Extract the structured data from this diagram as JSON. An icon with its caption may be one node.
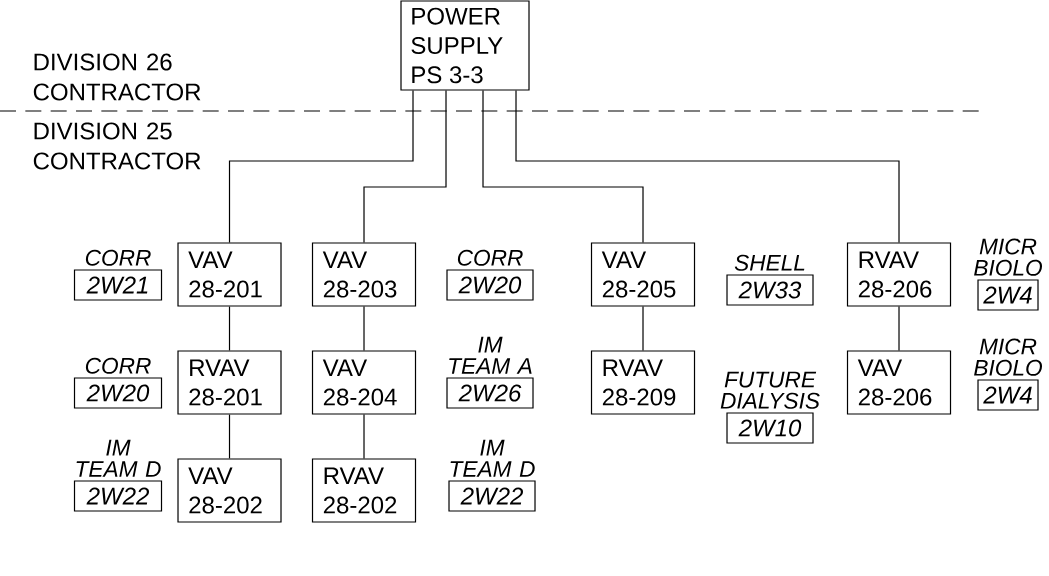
{
  "diagram": {
    "nodes": [
      {
        "text": [
          "POWER SUPPLY PS 3-3"
        ]
      },
      {
        "text": [
          "CORR",
          "2W21"
        ]
      },
      {
        "text": [
          "VAV 28-201"
        ]
      },
      {
        "text": [
          "VAV 28-203"
        ]
      },
      {
        "text": [
          "CORR",
          "2W20"
        ]
      },
      {
        "text": [
          "VAV 28-205"
        ]
      },
      {
        "text": [
          "SHELL",
          "2W33"
        ]
      },
      {
        "text": [
          "RVAV 28-206"
        ]
      },
      {
        "text": [
          "MICR BIOLO",
          "2W4"
        ]
      },
      {
        "text": [
          "CORR",
          "2W20"
        ]
      },
      {
        "text": [
          "RVAV 28-201"
        ]
      },
      {
        "text": [
          "VAV 28-204"
        ]
      },
      {
        "text": [
          "IM TEAM A",
          "2W26"
        ]
      },
      {
        "text": [
          "RVAV 28-209"
        ]
      },
      {
        "text": [
          "FUTURE DIALYSIS",
          "2W10"
        ]
      },
      {
        "text": [
          "VAV 28-206"
        ]
      },
      {
        "text": [
          "MICR BIOLO",
          "2W4"
        ]
      },
      {
        "text": [
          "IM TEAM D",
          "2W22"
        ]
      },
      {
        "text": [
          "VAV 28-202"
        ]
      },
      {
        "text": [
          "RVAV 28-202"
        ]
      },
      {
        "text": [
          "IM TEAM D",
          "2W22"
        ]
      }
    ],
    "edges": [
      {
        "from": 0,
        "to": 2,
        "arrow": "none"
      },
      {
        "from": 0,
        "to": 3,
        "arrow": "none"
      },
      {
        "from": 0,
        "to": 5,
        "arrow": "none"
      },
      {
        "from": 0,
        "to": 7,
        "arrow": "none"
      },
      {
        "from": 2,
        "to": 10,
        "arrow": "none"
      },
      {
        "from": 10,
        "to": 18,
        "arrow": "none"
      },
      {
        "from": 3,
        "to": 11,
        "arrow": "none"
      },
      {
        "from": 11,
        "to": 19,
        "arrow": "none"
      },
      {
        "from": 5,
        "to": 13,
        "arrow": "none"
      },
      {
        "from": 7,
        "to": 15,
        "arrow": "none"
      }
    ],
    "labels": [
      "DIVISION 26 CONTRACTOR",
      "DIVISION 25 CONTRACTOR"
    ]
  }
}
